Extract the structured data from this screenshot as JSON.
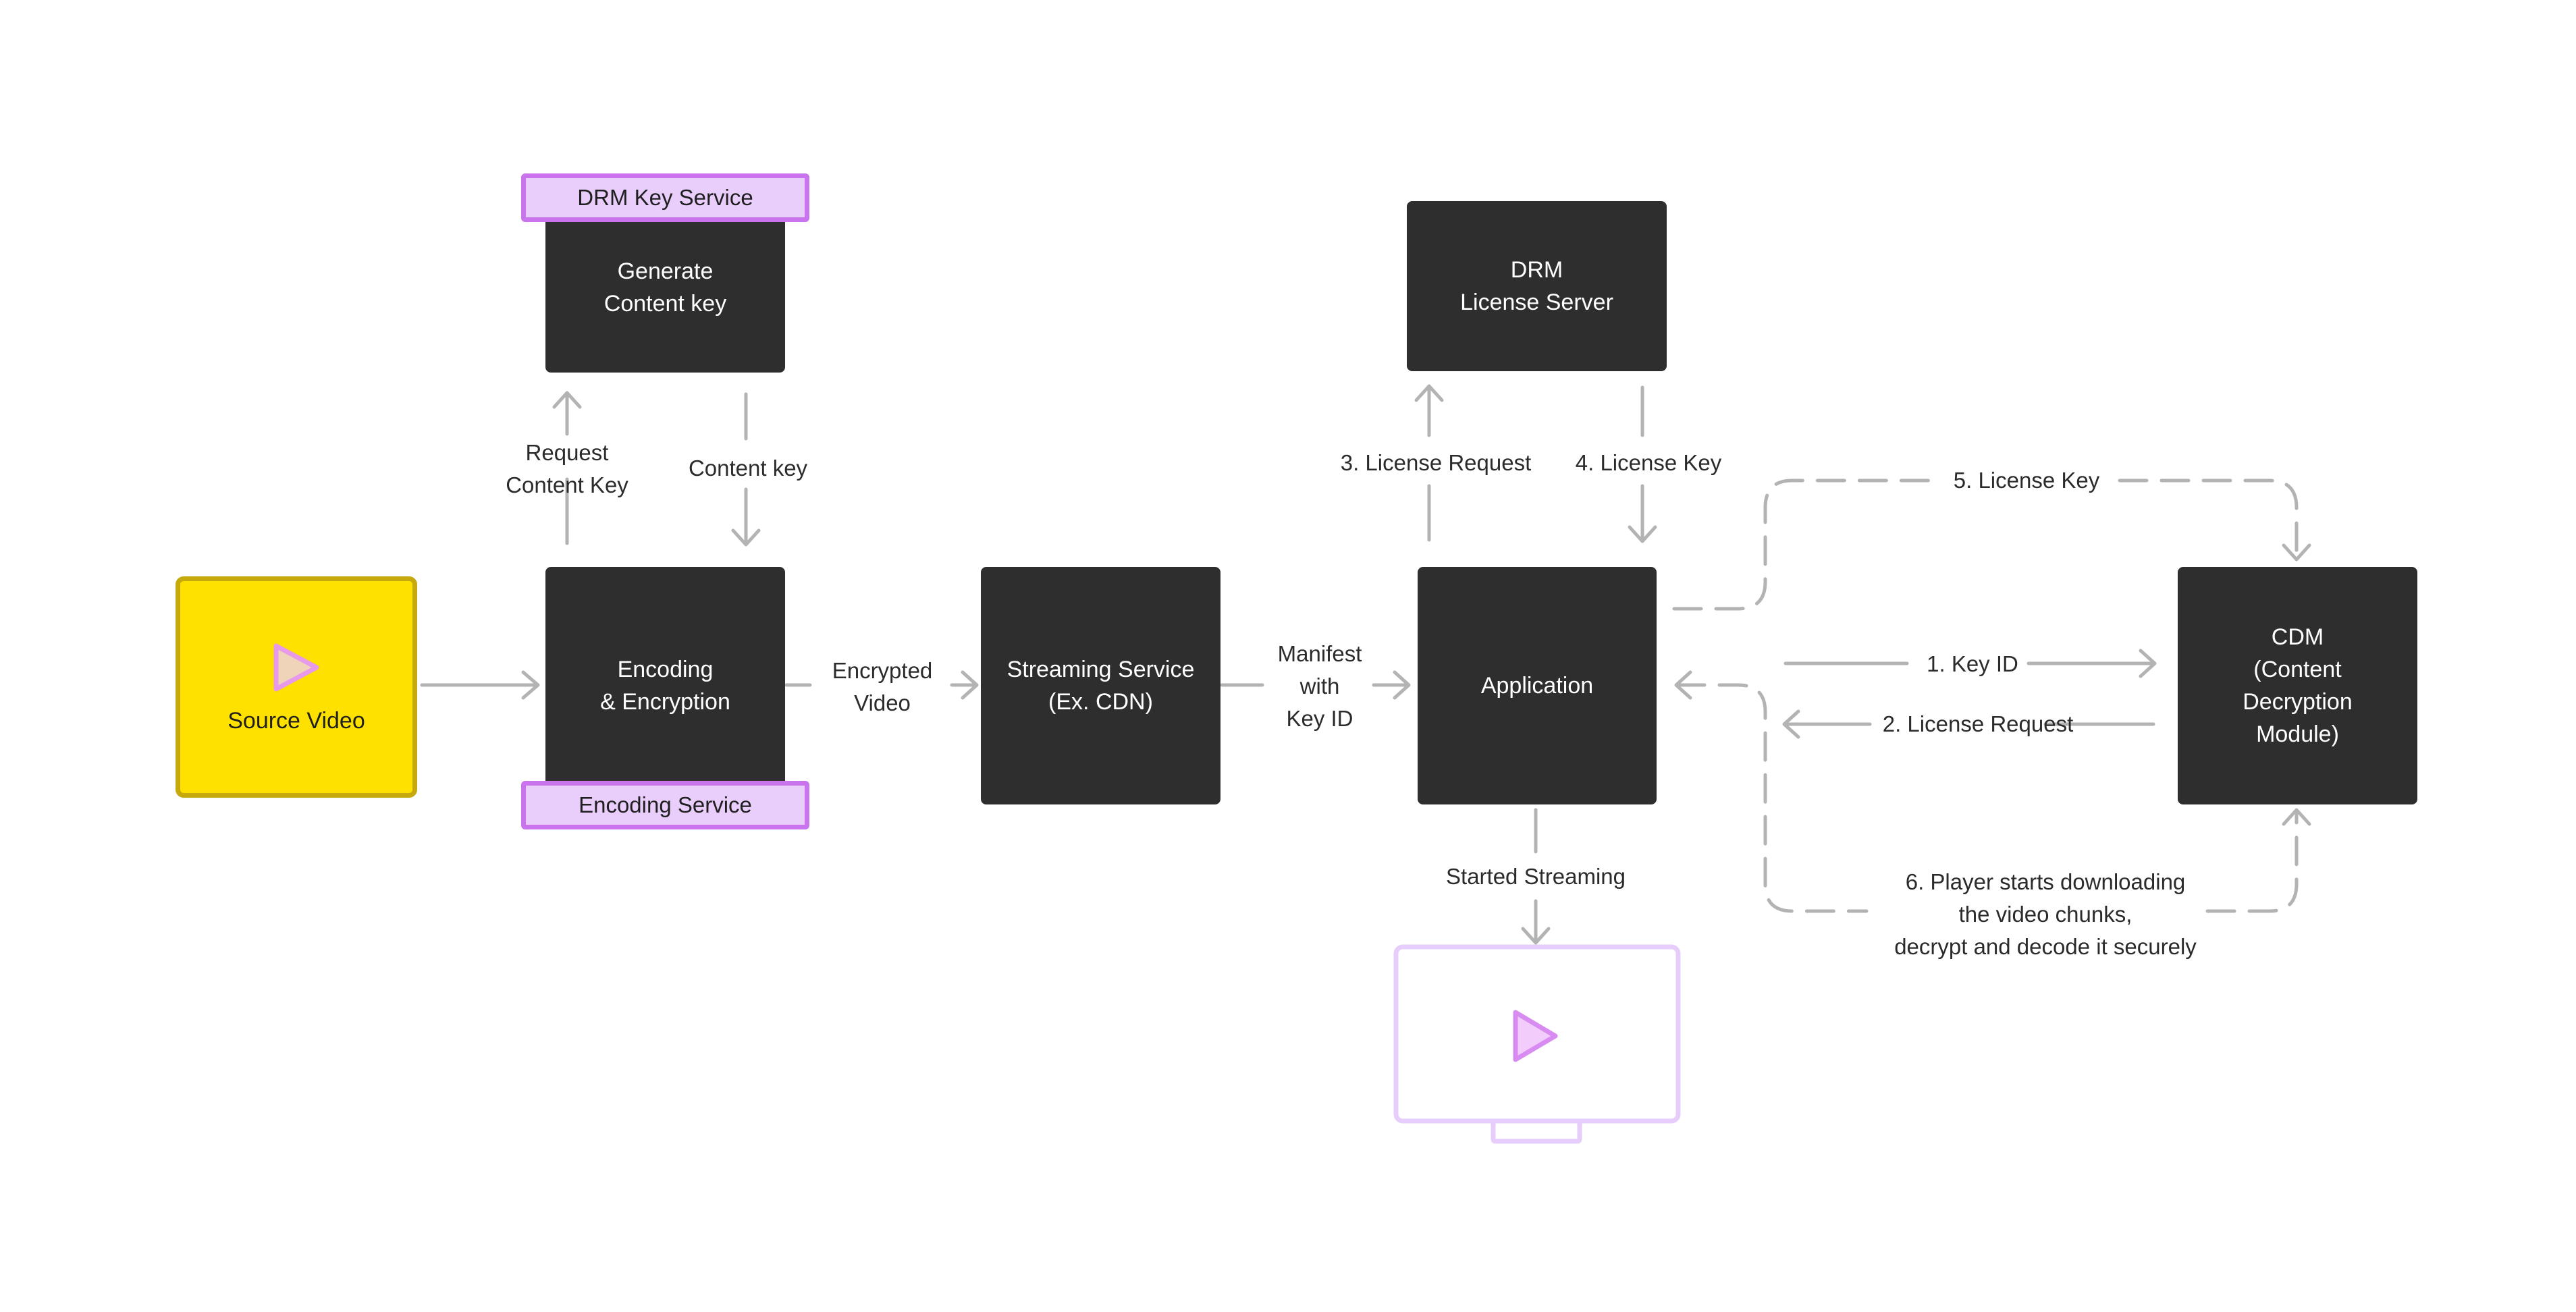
{
  "nodes": {
    "generate_key": "Generate\nContent key",
    "encoding": "Encoding\n& Encryption",
    "streaming": "Streaming Service\n(Ex. CDN)",
    "drm_server": "DRM\nLicense Server",
    "application": "Application",
    "cdm": "CDM\n(Content\nDecryption\nModule)",
    "source_video": "Source Video"
  },
  "tags": {
    "drm_key_service": "DRM Key Service",
    "encoding_service": "Encoding Service"
  },
  "labels": {
    "request_content_key": "Request\nContent Key",
    "content_key": "Content key",
    "encrypted_video": "Encrypted\nVideo",
    "manifest": "Manifest\nwith\nKey ID",
    "license_request_3": "3. License Request",
    "license_key_4": "4. License Key",
    "license_key_5": "5. License Key",
    "key_id_1": "1. Key ID",
    "license_request_2": "2. License Request",
    "player_starts_6": "6. Player starts downloading\nthe video chunks,\ndecrypt and decode it securely",
    "started_streaming": "Started Streaming"
  },
  "icons": {
    "play": "play-icon",
    "monitor": "monitor-icon"
  },
  "colors": {
    "node_bg": "#2e2e2e",
    "tag_fill": "#e9cdfb",
    "tag_border": "#c973ec",
    "source_fill": "#ffe100",
    "source_border": "#c5a90d",
    "arrow": "#b3b3b3",
    "monitor": "#e6cdfb"
  }
}
